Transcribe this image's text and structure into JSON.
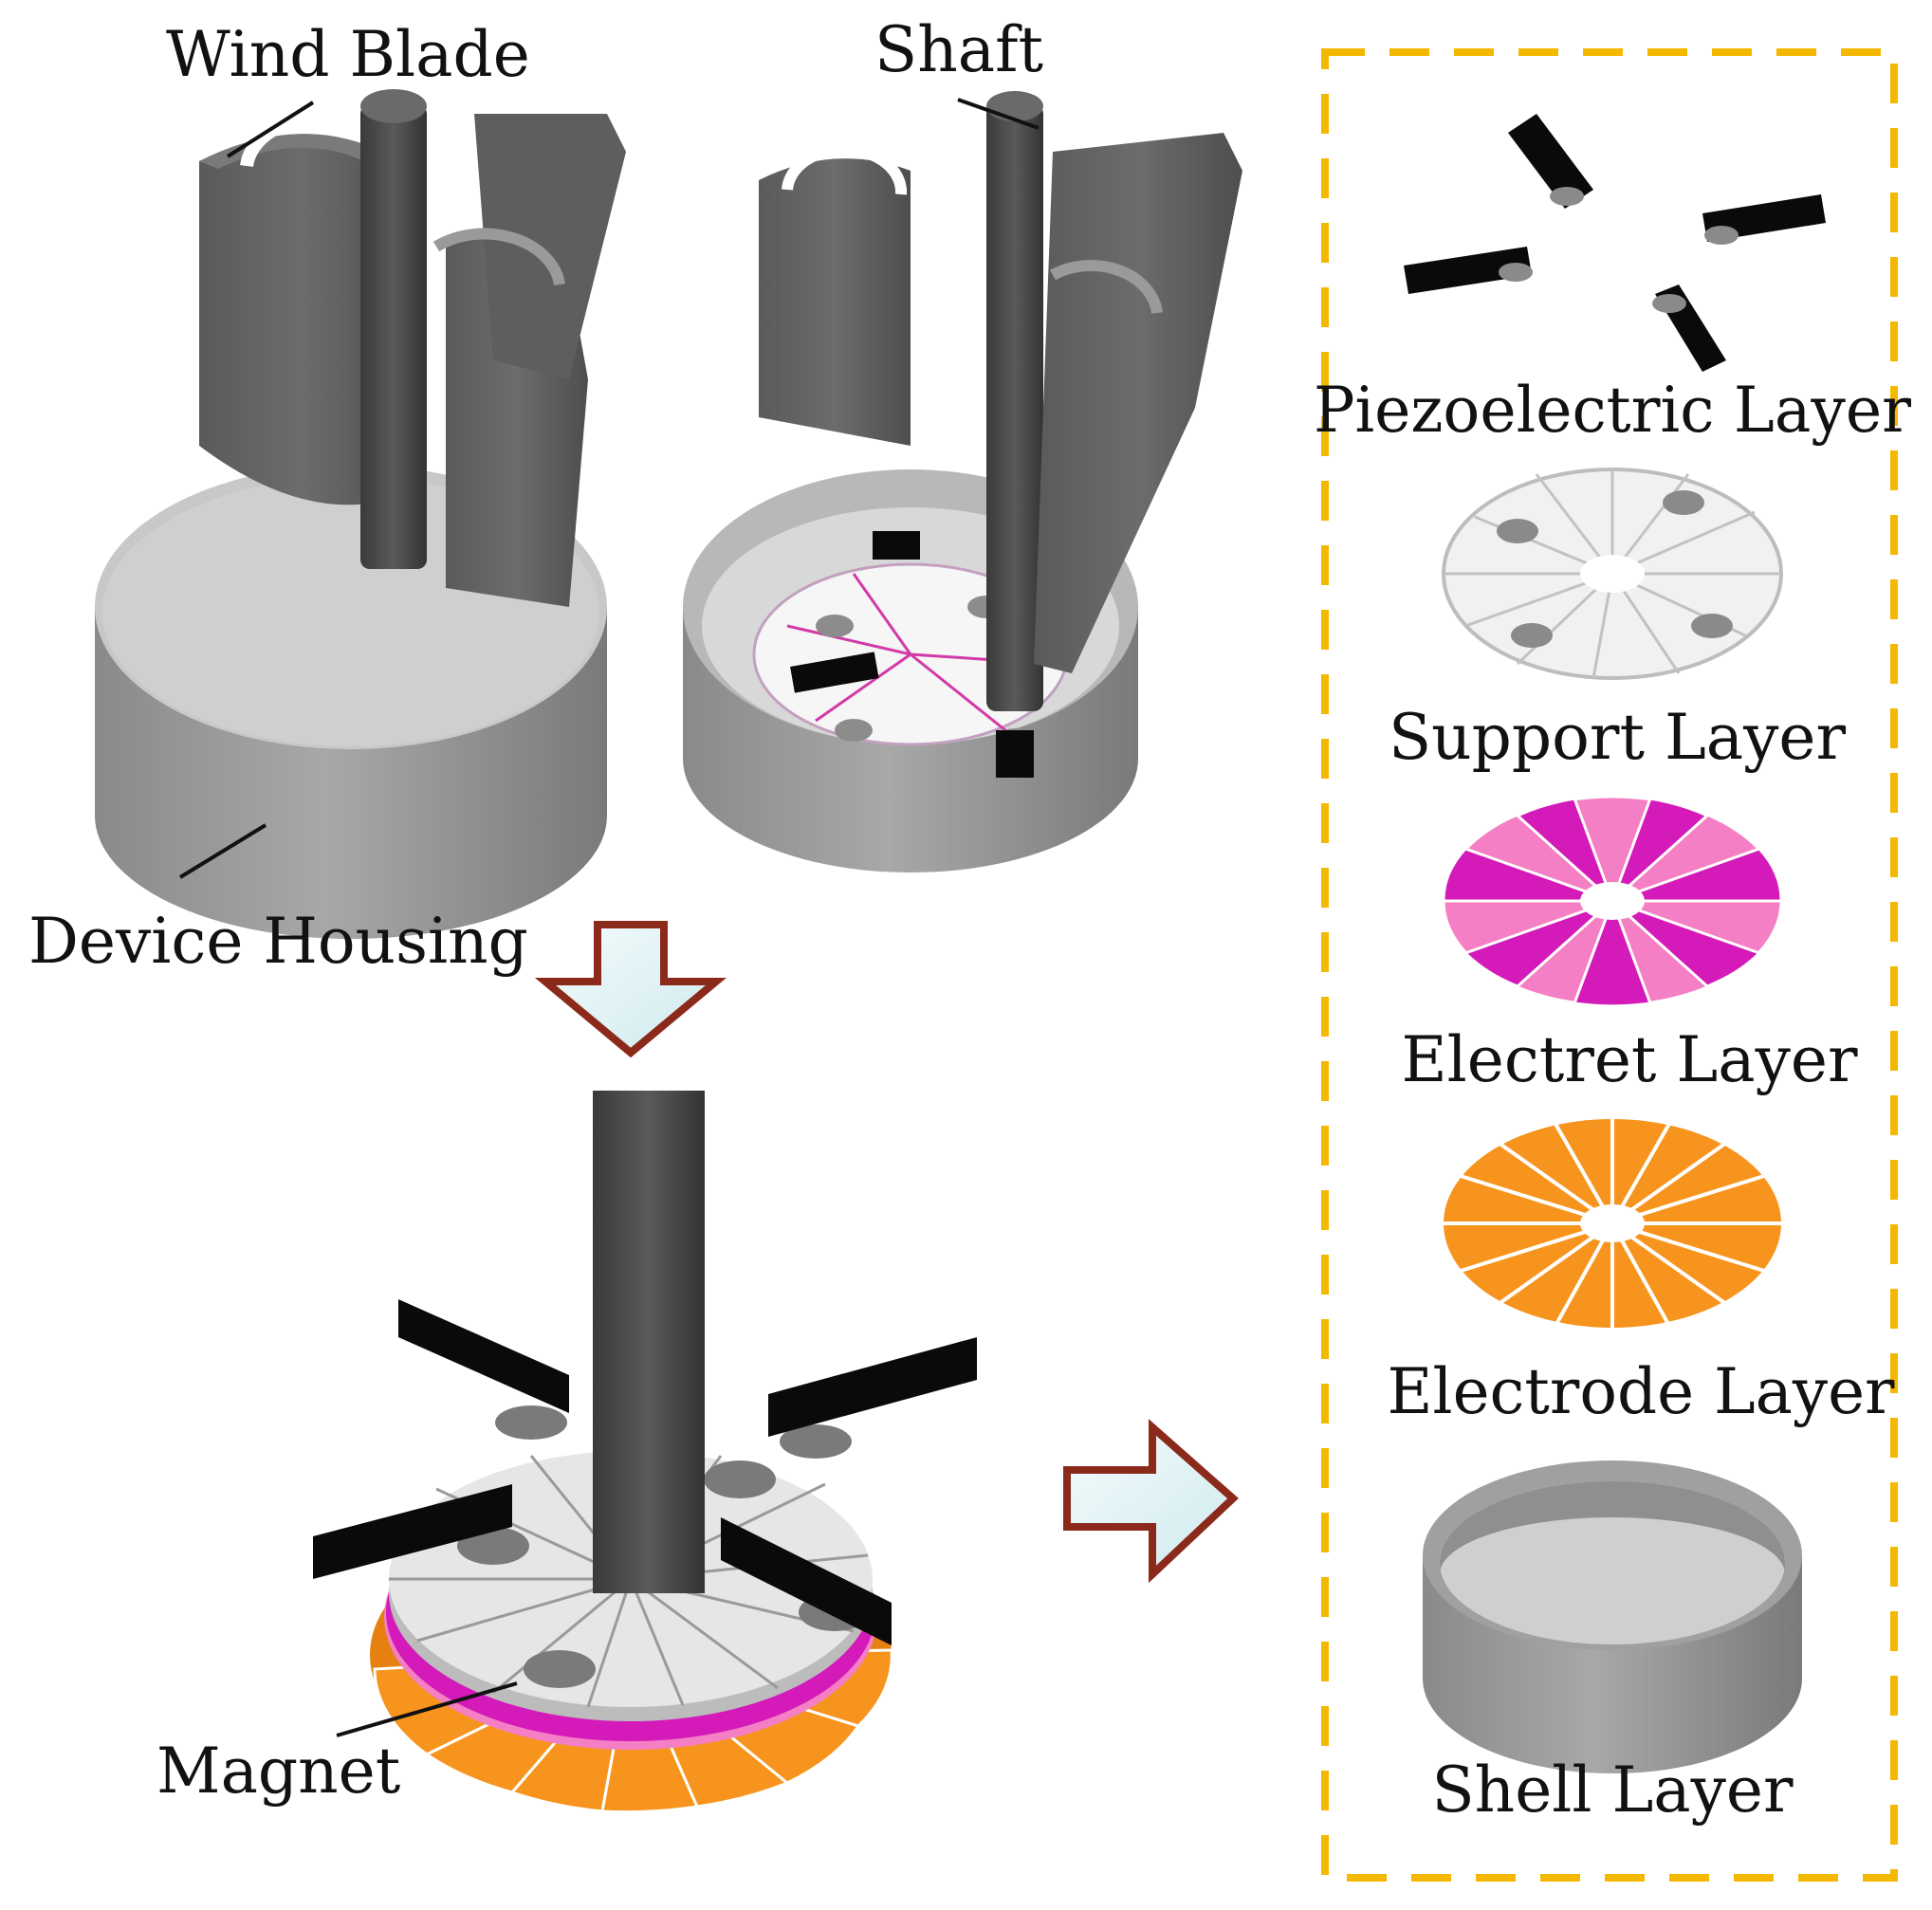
{
  "labels": {
    "wind_blade": "Wind Blade",
    "shaft": "Shaft",
    "device_housing": "Device Housing",
    "magnet": "Magnet"
  },
  "layers": [
    {
      "label": "Piezoelectric Layer",
      "icon": "piezo-bars-icon"
    },
    {
      "label": "Support Layer",
      "icon": "support-disk-icon"
    },
    {
      "label": "Electret Layer",
      "icon": "electret-disk-icon"
    },
    {
      "label": "Electrode Layer",
      "icon": "electrode-disk-icon"
    },
    {
      "label": "Shell Layer",
      "icon": "shell-cup-icon"
    }
  ],
  "colors": {
    "dashed_border": "#F5B800",
    "arrow_stroke": "#8B2A1A",
    "arrow_fill": "#E0F4F6",
    "dark_gray": "#4A4A4A",
    "housing_gray": "#9A9A9A",
    "support_white": "#F2F2F2",
    "electret_magenta": "#D41AB8",
    "electret_pink": "#F47FC4",
    "electrode_orange": "#F7941D",
    "piezo_black": "#0A0A0A"
  }
}
